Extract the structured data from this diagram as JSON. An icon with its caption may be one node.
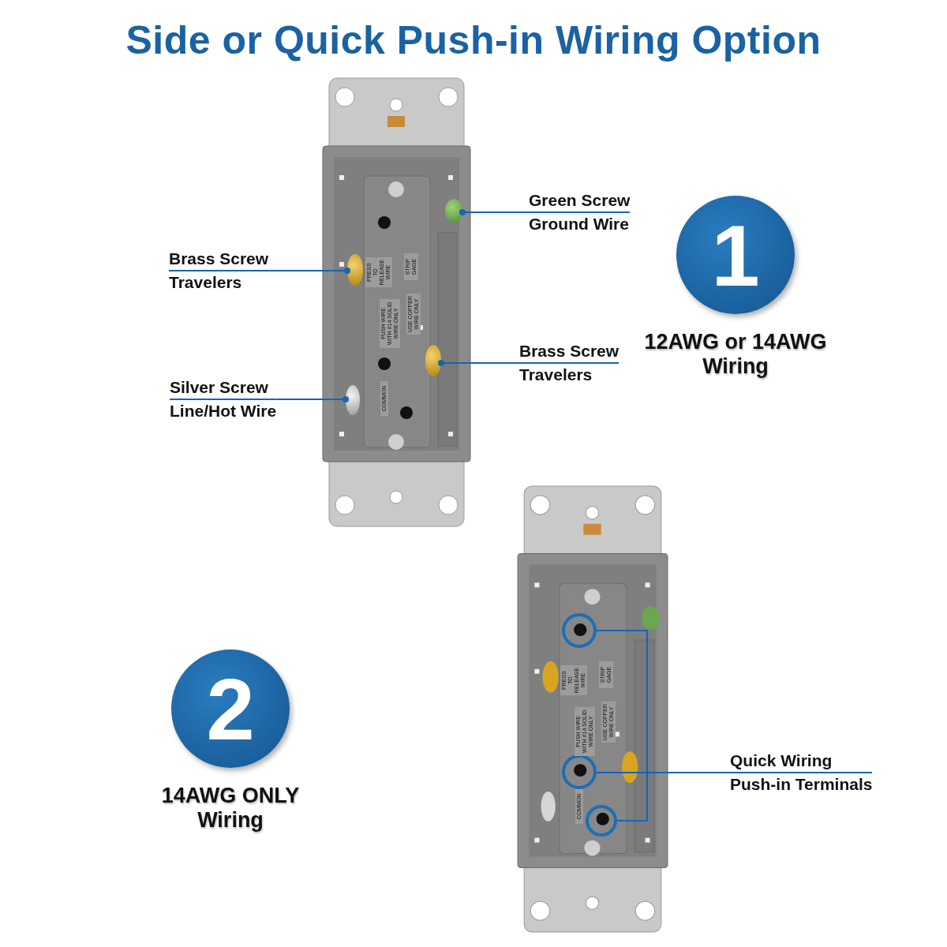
{
  "diagram": {
    "title": "Side or Quick Push-in Wiring Option",
    "nodes": [
      {
        "text": [],
        "shape": "picture"
      },
      {
        "text": [],
        "shape": "picture",
        "in": 0
      },
      {
        "text": [],
        "shape": "picture",
        "in": 0
      },
      {
        "text": [],
        "shape": "picture",
        "in": 0
      },
      {
        "text": [],
        "shape": "picture",
        "in": 0
      },
      {
        "text": [
          "Green Screw",
          "Ground Wire"
        ]
      },
      {
        "text": [
          "Brass Screw",
          "Travelers"
        ]
      },
      {
        "text": [
          "1"
        ],
        "beside": [
          "12AWG or 14AWG Wiring"
        ]
      },
      {
        "text": [
          "Brass Screw",
          "Travelers"
        ]
      },
      {
        "text": [
          "Silver Screw",
          "Line/Hot Wire"
        ]
      },
      {
        "text": [],
        "shape": "picture"
      },
      {
        "text": [],
        "shape": "circle",
        "in": 10
      },
      {
        "text": [],
        "shape": "circle",
        "in": 10
      },
      {
        "text": [],
        "shape": "circle",
        "in": 10
      },
      {
        "text": [
          "2"
        ],
        "beside": [
          "14AWG ONLY Wiring"
        ]
      },
      {
        "text": [
          "Quick Wiring",
          "Push-in Terminals"
        ]
      }
    ],
    "edges": [
      {
        "from": 5,
        "to": 1,
        "arrow": "other"
      },
      {
        "from": 6,
        "to": 2,
        "arrow": "other"
      },
      {
        "from": 8,
        "to": 3,
        "arrow": "other"
      },
      {
        "from": 9,
        "to": 4,
        "arrow": "other"
      },
      {
        "from": 15,
        "to": 11,
        "arrow": "none"
      },
      {
        "from": 15,
        "to": 12,
        "arrow": "none"
      },
      {
        "from": 15,
        "to": 13,
        "arrow": "none"
      }
    ],
    "labels": [
      "PRESS TO RELEASE WIRE",
      "STRIP GAGE",
      "PUSH WIRE WITH #14 SOLID WIRE ONLY",
      "USE COPPER WIRE ONLY",
      "COMMON",
      "PRESS TO RELEASE WIRE",
      "STRIP GAGE",
      "PUSH WIRE WITH #14 SOLID WIRE ONLY",
      "USE COPPER WIRE ONLY",
      "COMMON"
    ]
  }
}
